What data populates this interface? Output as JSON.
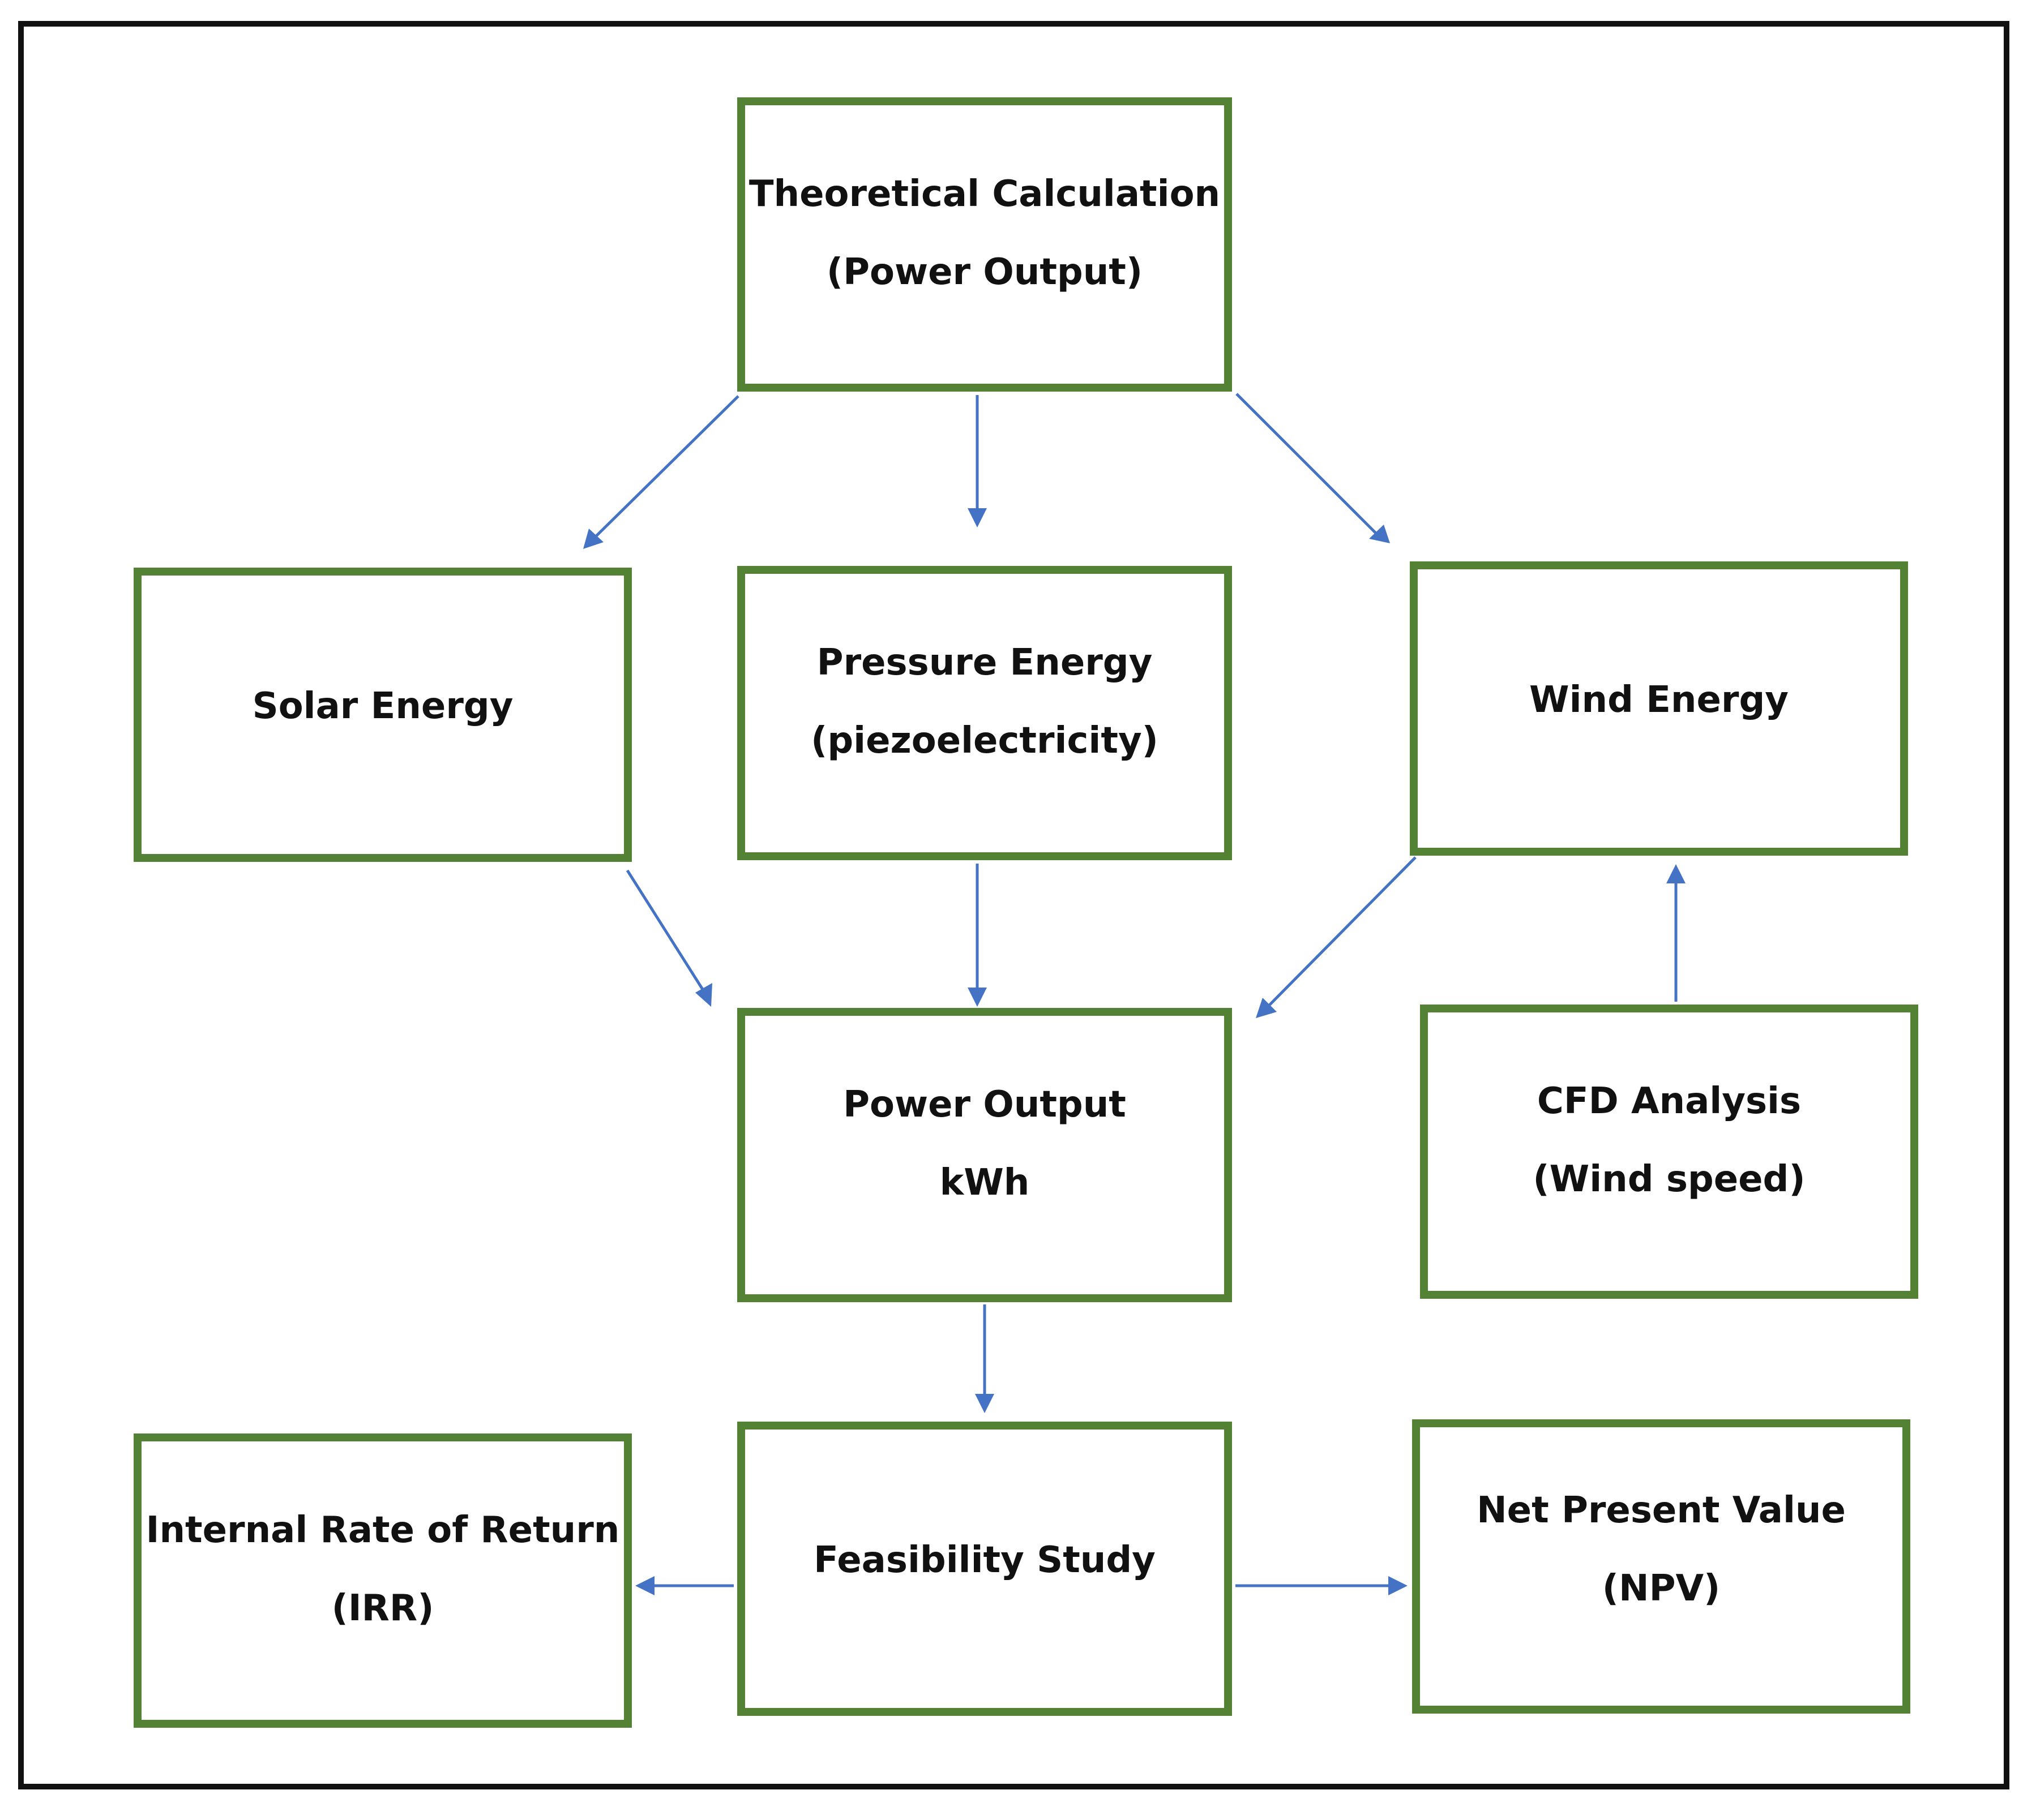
{
  "colors": {
    "box_border": "#548235",
    "arrow": "#4472C4",
    "frame_border": "#111111",
    "text": "#111111"
  },
  "nodes": {
    "theoretical": {
      "line1": "Theoretical Calculation",
      "line2": "(Power Output)"
    },
    "solar": {
      "line1": "Solar Energy"
    },
    "pressure": {
      "line1": "Pressure Energy",
      "line2": "(piezoelectricity)"
    },
    "wind": {
      "line1": "Wind Energy"
    },
    "power": {
      "line1": "Power Output",
      "line2": "kWh"
    },
    "cfd": {
      "line1": "CFD Analysis",
      "line2": "(Wind speed)"
    },
    "feasibility": {
      "line1": "Feasibility Study"
    },
    "irr": {
      "line1": "Internal Rate of Return",
      "line2": "(IRR)"
    },
    "npv": {
      "line1": "Net Present Value",
      "line2": "(NPV)"
    }
  },
  "edges": [
    {
      "from": "theoretical",
      "to": "solar"
    },
    {
      "from": "theoretical",
      "to": "pressure"
    },
    {
      "from": "theoretical",
      "to": "wind"
    },
    {
      "from": "solar",
      "to": "power"
    },
    {
      "from": "pressure",
      "to": "power"
    },
    {
      "from": "wind",
      "to": "power"
    },
    {
      "from": "cfd",
      "to": "wind"
    },
    {
      "from": "power",
      "to": "feasibility"
    },
    {
      "from": "feasibility",
      "to": "irr"
    },
    {
      "from": "feasibility",
      "to": "npv"
    }
  ]
}
